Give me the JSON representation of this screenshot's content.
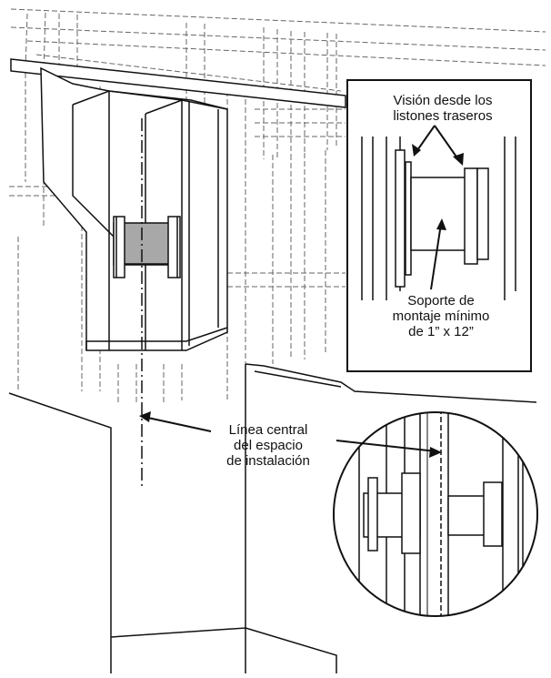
{
  "labels": {
    "inset_top": [
      "Visión desde los",
      "listones traseros"
    ],
    "bracket": [
      "Soporte de",
      "montaje mínimo",
      "de 1” x 12”"
    ],
    "centerline": [
      "Línea central",
      "del espacio",
      "de instalación"
    ]
  },
  "colors": {
    "line": "#111111",
    "dashed": "#666666",
    "bracket_fill": "#a8a8a8"
  }
}
